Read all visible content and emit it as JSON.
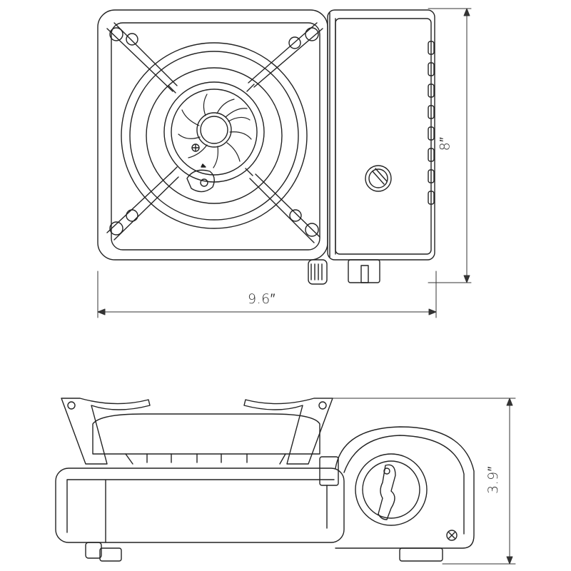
{
  "dimensions": {
    "width_label": "9.6″",
    "depth_label": "8″",
    "height_label": "3.9″"
  },
  "views": [
    "top-view",
    "side-view"
  ],
  "colors": {
    "line": "#222222",
    "dim": "#333333",
    "background": "#ffffff"
  }
}
